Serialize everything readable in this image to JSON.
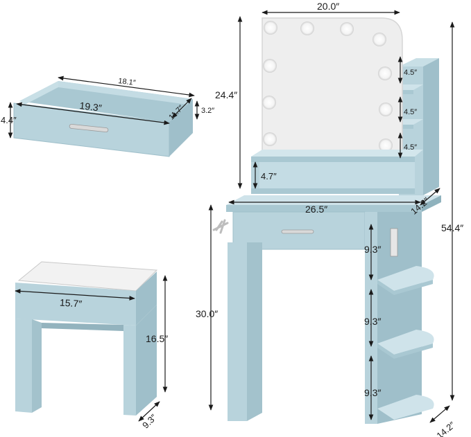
{
  "colors": {
    "furniture": "#b8d3dc",
    "furniture_shade": "#9fbfca",
    "furniture_dark": "#86a9b5",
    "mirror": "#eeeeee",
    "bulb": "#ffffff",
    "line": "#1a1a1a",
    "cushion": "#f2f2f2"
  },
  "icons": {
    "arrow": "double-headed-arrow"
  },
  "dimensions": {
    "mirror_width": "20.0″",
    "mirror_height": "24.4″",
    "shelf_gap_1": "4.5″",
    "shelf_gap_2": "4.5″",
    "shelf_gap_3": "4.5″",
    "hutch_height": "4.7″",
    "desk_width": "26.5″",
    "desk_depth": "14.2″",
    "total_height": "54.4″",
    "desk_height": "30.0″",
    "side_shelf_1": "9.3″",
    "side_shelf_2": "9.3″",
    "side_shelf_3": "9.3″",
    "base_depth": "14.2″",
    "drawer_inner_width": "18.1″",
    "drawer_outer_width": "19.3″",
    "drawer_depth": "11.7″",
    "drawer_inner_height": "3.2″",
    "drawer_outer_height": "4.4″",
    "stool_width": "15.7″",
    "stool_height": "16.5″",
    "stool_depth": "9.3″"
  }
}
